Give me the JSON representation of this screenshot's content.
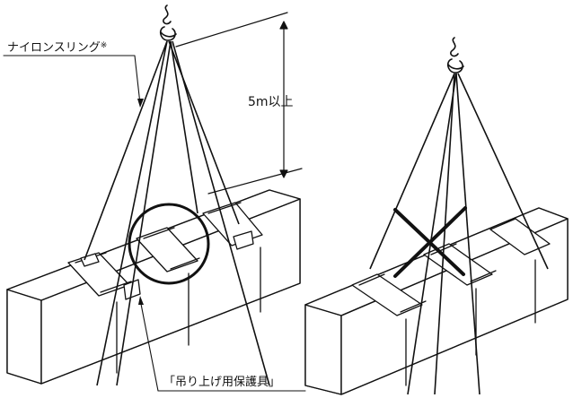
{
  "labels": {
    "sling": "ナイロンスリング",
    "sling_mark": "※",
    "height": "5m以上",
    "protector": "「吊り上げ用保護具」"
  }
}
